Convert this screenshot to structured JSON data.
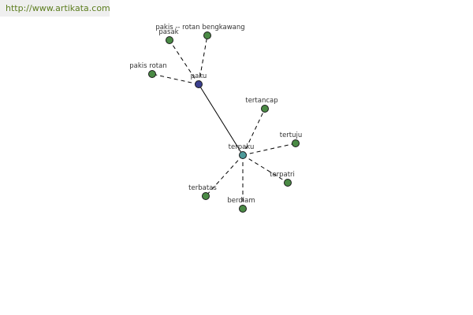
{
  "banner": {
    "url_text": "http://www.artikata.com",
    "text_color": "#5c7d1e"
  },
  "graph": {
    "colors": {
      "hub_primary": "#3b3f8f",
      "hub_secondary": "#4d9999",
      "leaf": "#4a8a45",
      "edge": "#000000",
      "label": "#333333"
    },
    "nodes": [
      {
        "id": "paku",
        "label": "paku",
        "kind": "hub_primary"
      },
      {
        "id": "terpaku",
        "label": "terpaku",
        "kind": "hub_secondary"
      },
      {
        "id": "pasak",
        "label": "pasak",
        "kind": "leaf"
      },
      {
        "id": "pakis-rotan-bengkawang",
        "label": "pakis -- rotan bengkawang",
        "kind": "leaf"
      },
      {
        "id": "pakis-rotan",
        "label": "pakis rotan",
        "kind": "leaf"
      },
      {
        "id": "tertancap",
        "label": "tertancap",
        "kind": "leaf"
      },
      {
        "id": "tertuju",
        "label": "tertuju",
        "kind": "leaf"
      },
      {
        "id": "terpatri",
        "label": "terpatri",
        "kind": "leaf"
      },
      {
        "id": "terbatas",
        "label": "terbatas",
        "kind": "leaf"
      },
      {
        "id": "berdiam",
        "label": "berdiam",
        "kind": "leaf"
      }
    ],
    "edges": [
      {
        "from": "paku",
        "to": "terpaku",
        "style": "solid"
      },
      {
        "from": "paku",
        "to": "pasak",
        "style": "dashed"
      },
      {
        "from": "paku",
        "to": "pakis-rotan-bengkawang",
        "style": "dashed"
      },
      {
        "from": "paku",
        "to": "pakis-rotan",
        "style": "dashed"
      },
      {
        "from": "terpaku",
        "to": "tertancap",
        "style": "dashed"
      },
      {
        "from": "terpaku",
        "to": "tertuju",
        "style": "dashed"
      },
      {
        "from": "terpaku",
        "to": "terpatri",
        "style": "dashed"
      },
      {
        "from": "terpaku",
        "to": "terbatas",
        "style": "dashed"
      },
      {
        "from": "terpaku",
        "to": "berdiam",
        "style": "dashed"
      }
    ]
  }
}
